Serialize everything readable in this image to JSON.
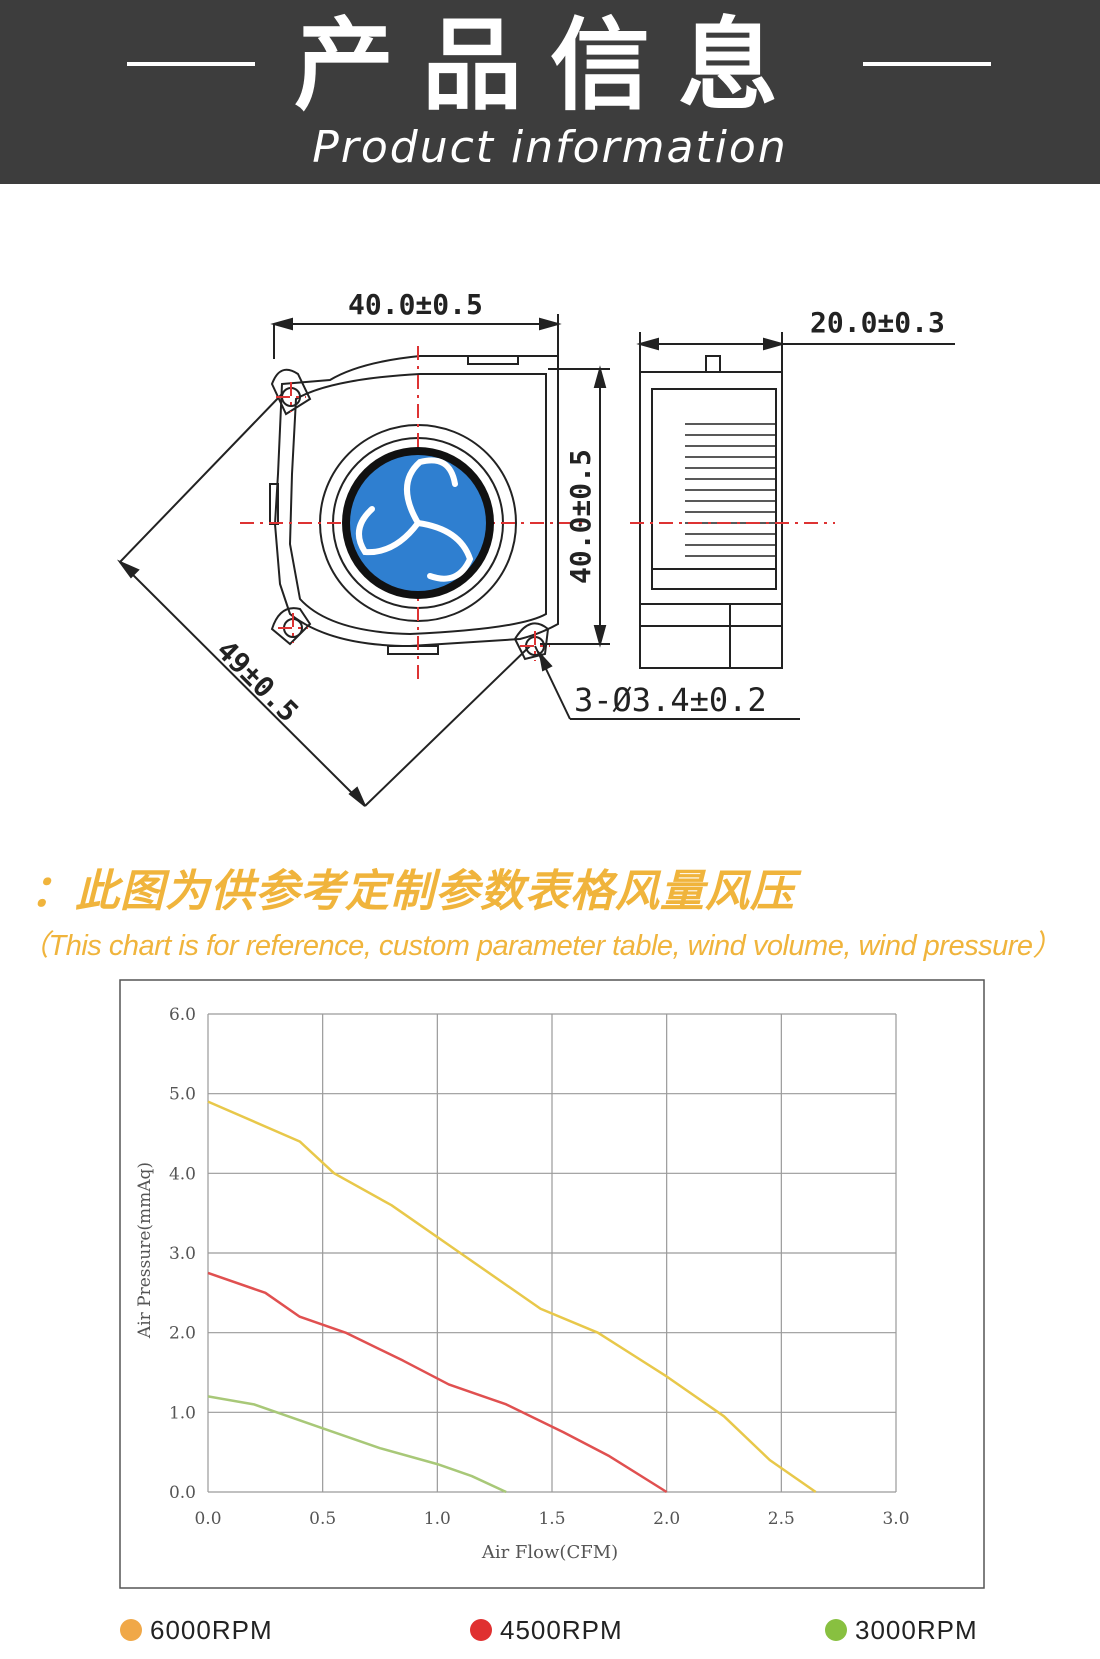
{
  "header": {
    "title_cn": "产品信息",
    "title_en": "Product information",
    "background": "#3d3d3d"
  },
  "drawing": {
    "dim_width": "40.0±0.5",
    "dim_depth": "20.0±0.3",
    "dim_height": "40.0±0.5",
    "dim_diagonal": "49±0.5",
    "dim_holes": "3-Ø3.4±0.2"
  },
  "note": {
    "cn": "：此图为供参考定制参数表格风量风压",
    "en": "（This chart is for reference, custom parameter table, wind volume, wind pressure）",
    "color": "#f0b43c"
  },
  "chart_data": {
    "type": "line",
    "xlabel": "Air Flow(CFM)",
    "ylabel": "Air Pressure(mmAq)",
    "xlim": [
      0.0,
      3.0
    ],
    "ylim": [
      0.0,
      6.0
    ],
    "x_ticks": [
      "0.0",
      "0.5",
      "1.0",
      "1.5",
      "2.0",
      "2.5",
      "3.0"
    ],
    "y_ticks": [
      "0.0",
      "1.0",
      "2.0",
      "3.0",
      "4.0",
      "5.0",
      "6.0"
    ],
    "grid": true,
    "legend_position": "bottom",
    "series": [
      {
        "name": "6000RPM",
        "color": "#e8c84a",
        "legend_color": "#f0a848",
        "points": [
          [
            0.0,
            4.9
          ],
          [
            0.4,
            4.4
          ],
          [
            0.55,
            4.0
          ],
          [
            0.8,
            3.6
          ],
          [
            1.1,
            3.0
          ],
          [
            1.45,
            2.3
          ],
          [
            1.7,
            2.0
          ],
          [
            2.0,
            1.45
          ],
          [
            2.25,
            0.95
          ],
          [
            2.45,
            0.4
          ],
          [
            2.65,
            0.0
          ]
        ]
      },
      {
        "name": "4500RPM",
        "color": "#e05050",
        "legend_color": "#e03030",
        "points": [
          [
            0.0,
            2.75
          ],
          [
            0.25,
            2.5
          ],
          [
            0.4,
            2.2
          ],
          [
            0.6,
            2.0
          ],
          [
            0.85,
            1.65
          ],
          [
            1.05,
            1.35
          ],
          [
            1.3,
            1.1
          ],
          [
            1.55,
            0.75
          ],
          [
            1.75,
            0.45
          ],
          [
            2.0,
            0.0
          ]
        ]
      },
      {
        "name": "3000RPM",
        "color": "#a8c878",
        "legend_color": "#88c040",
        "points": [
          [
            0.0,
            1.2
          ],
          [
            0.2,
            1.1
          ],
          [
            0.5,
            0.8
          ],
          [
            0.75,
            0.55
          ],
          [
            1.0,
            0.35
          ],
          [
            1.15,
            0.2
          ],
          [
            1.3,
            0.0
          ]
        ]
      }
    ]
  }
}
